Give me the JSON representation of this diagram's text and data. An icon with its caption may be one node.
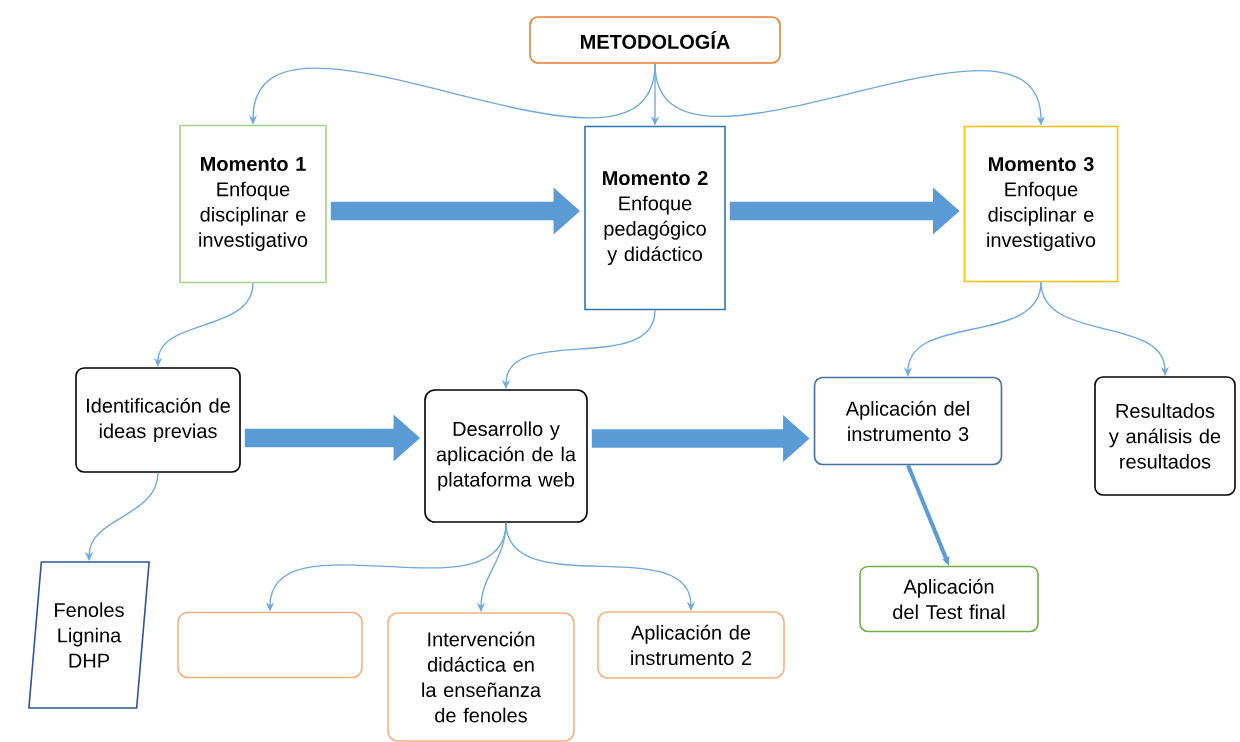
{
  "diagram": {
    "nodes": [
      {
        "text": [
          "METODOLOGÍA"
        ]
      },
      {
        "text": [
          "Momento 1",
          "Enfoque disciplinar e investigativo"
        ]
      },
      {
        "text": [
          "Momento 2",
          "Enfoque pedagógico y didáctico"
        ]
      },
      {
        "text": [
          "Momento 3",
          "Enfoque disciplinar e investigativo"
        ]
      },
      {
        "text": [
          "Identificación de ideas previas"
        ]
      },
      {
        "text": [
          "Desarrollo y aplicación de la plataforma web"
        ]
      },
      {
        "text": [
          "Aplicación del instrumento 3"
        ]
      },
      {
        "text": [
          "Resultados y análisis de resultados"
        ]
      },
      {
        "text": [
          "Fenoles Lignina DHP"
        ]
      },
      {
        "text": [],
        "shape": "box"
      },
      {
        "text": [
          "Intervención didáctica en la enseñanza de fenoles"
        ]
      },
      {
        "text": [
          "Aplicación de instrumento 2"
        ]
      },
      {
        "text": [
          "Aplicación del Test final"
        ]
      }
    ],
    "edges": [
      {
        "from": 0,
        "to": 1,
        "arrow": "to"
      },
      {
        "from": 0,
        "to": 2,
        "arrow": "to"
      },
      {
        "from": 0,
        "to": 3,
        "arrow": "to"
      },
      {
        "from": 1,
        "to": 2,
        "arrow": "to",
        "style": "thick"
      },
      {
        "from": 2,
        "to": 3,
        "arrow": "to",
        "style": "thick"
      },
      {
        "from": 1,
        "to": 4,
        "arrow": "to"
      },
      {
        "from": 2,
        "to": 5,
        "arrow": "to"
      },
      {
        "from": 3,
        "to": 6,
        "arrow": "to"
      },
      {
        "from": 3,
        "to": 7,
        "arrow": "to"
      },
      {
        "from": 4,
        "to": 5,
        "arrow": "to",
        "style": "thick"
      },
      {
        "from": 5,
        "to": 6,
        "arrow": "to",
        "style": "thick"
      },
      {
        "from": 4,
        "to": 8,
        "arrow": "to"
      },
      {
        "from": 5,
        "to": 9,
        "arrow": "to"
      },
      {
        "from": 5,
        "to": 10,
        "arrow": "to"
      },
      {
        "from": 5,
        "to": 11,
        "arrow": "to"
      },
      {
        "from": 6,
        "to": 12,
        "arrow": "to",
        "style": "thick",
        "color": "#5b9bd5"
      }
    ]
  }
}
